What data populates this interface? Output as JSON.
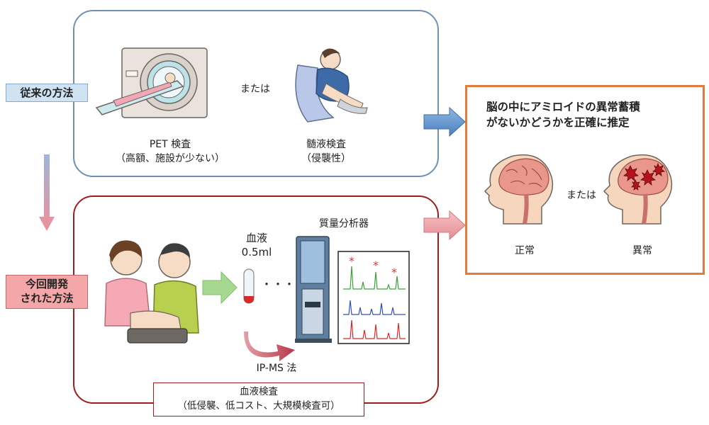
{
  "conventional": {
    "tag": "従来の方法",
    "or_text": "または",
    "pet": {
      "title": "PET 検査",
      "note": "（高額、施設が少ない）"
    },
    "csf": {
      "title": "髄液検査",
      "note": "（侵襲性）"
    }
  },
  "new_method": {
    "tag_line1": "今回開発",
    "tag_line2": "された方法",
    "blood_label": "血液",
    "blood_volume": "0.5ml",
    "dots": "・・・",
    "mass_spec_label": "質量分析器",
    "ipms_label": "IP-MS 法",
    "summary_title": "血液検査",
    "summary_note": "（低侵襲、低コスト、大規模検査可）"
  },
  "result": {
    "title_line1": "脳の中にアミロイドの異常蓄積",
    "title_line2": "がないかどうかを正確に推定",
    "or_text": "または",
    "normal_label": "正常",
    "abnormal_label": "異常"
  },
  "colors": {
    "conv_border": "#6f90b4",
    "new_border": "#a11d1d",
    "result_border": "#e27c3d",
    "blue_arrow": "#5b8fc8",
    "pink_arrow": "#ec9aa0",
    "green_arrow": "#9ed38a"
  }
}
